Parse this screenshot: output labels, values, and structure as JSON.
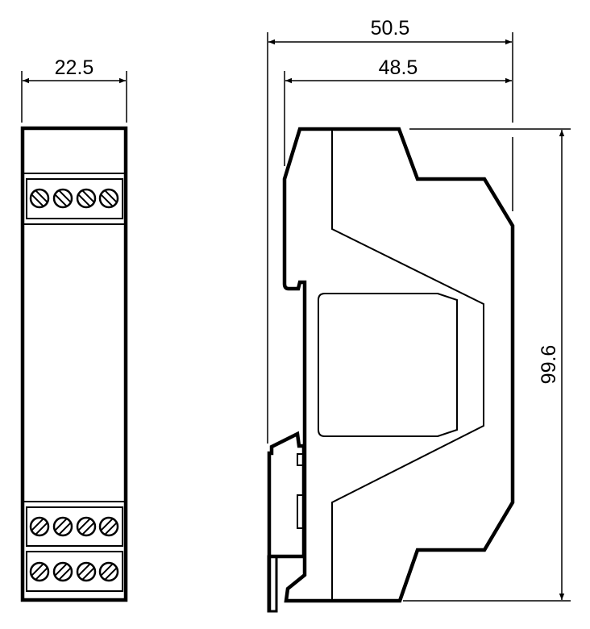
{
  "title": "DIN rail module dimensional drawing",
  "front_view": {
    "width_label": "22.5",
    "terminal_blocks": [
      {
        "position": "top",
        "screws": 4
      },
      {
        "position": "bottom-upper",
        "screws": 4
      },
      {
        "position": "bottom-lower",
        "screws": 4
      }
    ]
  },
  "side_view": {
    "overall_depth_label": "50.5",
    "body_depth_label": "48.5",
    "height_label": "99.6"
  },
  "colors": {
    "line": "#000000",
    "background": "#ffffff"
  }
}
